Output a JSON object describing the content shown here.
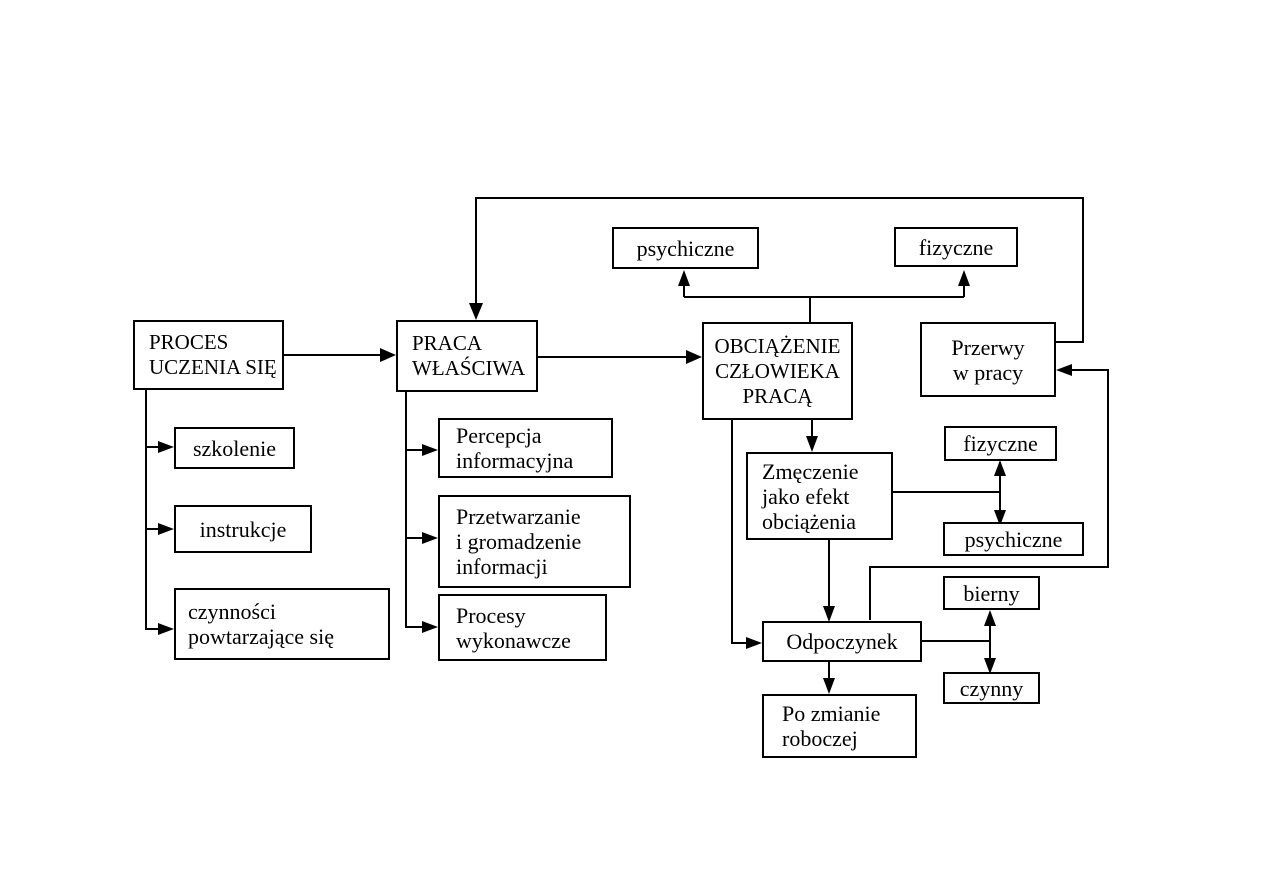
{
  "nodes": {
    "proces": [
      "PROCES",
      "UCZENIA SIĘ"
    ],
    "szkolenie": [
      "szkolenie"
    ],
    "instrukcje": [
      "instrukcje"
    ],
    "czynnosci": [
      "czynności",
      "powtarzające się"
    ],
    "praca": [
      "PRACA",
      "WŁAŚCIWA"
    ],
    "percepcja": [
      "Percepcja",
      "informacyjna"
    ],
    "przetwarzanie": [
      "Przetwarzanie",
      "i gromadzenie",
      "informacji"
    ],
    "procesy": [
      "Procesy",
      "wykonawcze"
    ],
    "obciazenie": [
      "OBCIĄŻENIE",
      "CZŁOWIEKA",
      "PRACĄ"
    ],
    "psychiczne_top": [
      "psychiczne"
    ],
    "fizyczne_top": [
      "fizyczne"
    ],
    "przerwy": [
      "Przerwy",
      "w pracy"
    ],
    "zmeczenie": [
      "Zmęczenie",
      "jako efekt",
      "obciążenia"
    ],
    "fizyczne_right": [
      "fizyczne"
    ],
    "psychiczne_right": [
      "psychiczne"
    ],
    "odpoczynek": [
      "Odpoczynek"
    ],
    "bierny": [
      "bierny"
    ],
    "czynny": [
      "czynny"
    ],
    "po_zmianie": [
      "Po zmianie",
      "roboczej"
    ]
  }
}
